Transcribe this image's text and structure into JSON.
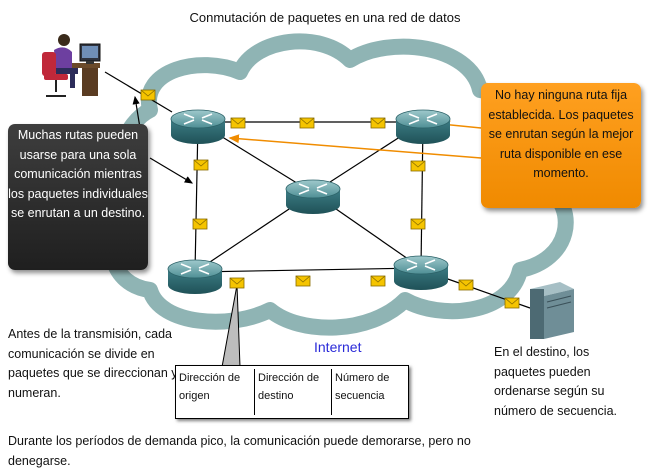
{
  "title": "Conmutación de paquetes en una red de datos",
  "callouts": {
    "left": "Muchas rutas pueden usarse para una sola comunicación mientras los paquetes individuales se enrutan a un destino.",
    "right": "No hay ninguna ruta fija establecida. Los paquetes se enrutan según la mejor ruta disponible en ese momento."
  },
  "notes": {
    "before_transmission": "Antes de la transmisión, cada comunicación se divide en paquetes que se direccionan y numeran.",
    "destination": "En el destino, los paquetes pueden ordenarse según su número de secuencia.",
    "bottom": "Durante los períodos de demanda pico, la comunicación puede demorarse, pero no denegarse."
  },
  "cloud_label": "Internet",
  "packet_header": {
    "fields": [
      "Dirección de origen",
      "Dirección de destino",
      "Número de secuencia"
    ]
  },
  "colors": {
    "cloud": "#8fb4b4",
    "router": "#3f7f86",
    "packet": "#f5c400",
    "callout_left": "#2a2a2a",
    "callout_right": "#f39200",
    "arrow_orange": "#f08c00",
    "internet_text": "#2a2ad8"
  },
  "icons": [
    "workstation-icon",
    "router-icon",
    "server-icon",
    "envelope-icon"
  ]
}
